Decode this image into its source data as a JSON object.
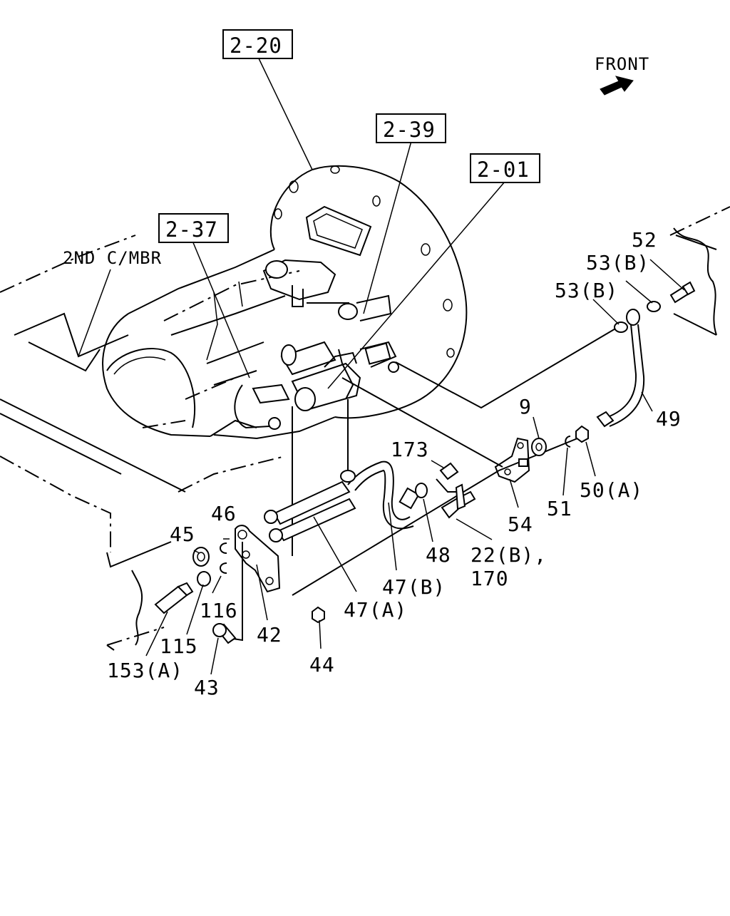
{
  "orientation": {
    "label": "FRONT",
    "icon": "arrow-right-icon"
  },
  "references": {
    "r2_20": "2-20",
    "r2_39": "2-39",
    "r2_01": "2-01",
    "r2_37": "2-37"
  },
  "member_label": "2ND C/MBR",
  "callouts": {
    "p52": "52",
    "p53b_upper": "53(B)",
    "p53b_lower": "53(B)",
    "p49": "49",
    "p9": "9",
    "p173": "173",
    "p50a": "50(A)",
    "p51": "51",
    "p54": "54",
    "p48": "48",
    "p22b": "22(B),",
    "p170": "170",
    "p47b": "47(B)",
    "p47a": "47(A)",
    "p46": "46",
    "p45": "45",
    "p116": "116",
    "p115": "115",
    "p42": "42",
    "p44": "44",
    "p153a": "153(A)",
    "p43": "43"
  }
}
